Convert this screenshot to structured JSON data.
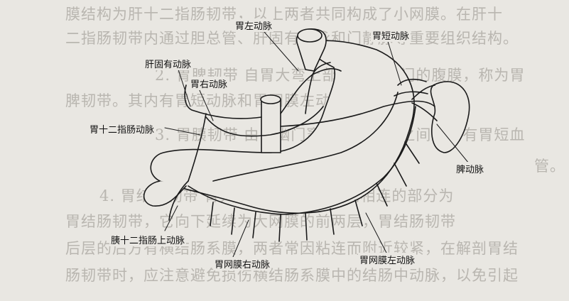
{
  "background_text": [
    "膜结构为肝十二指肠韧带，以上两者共同构成了小网膜。在肝十",
    "二指肠韧带内通过胆总管、肝固有动脉和门静脉等重要组织结构。",
    "2. 胃脾韧带 自胃大弯上部连接到脾门的腹膜，称为胃",
    "脾韧带。其内有胃短动脉和胃网膜左动脉的起始段。",
    "3. 胃胰韧带 由胃幽门窦后壁至胰头之间，内有胃短血",
    "管。",
    "4. 胃结肠韧带 胃大弯侧至横结肠之间相连的部分为",
    "胃结肠韧带，它向下延续为大网膜的前两层，胃结肠韧带",
    "后层的后方有横结肠系膜，两者常因粘连而附近较紧，在解剖胃结",
    "肠韧带时，应注意避免损伤横结肠系膜中的结肠中动脉，以免引起"
  ],
  "labels": {
    "left_gastric_artery": "胃左动脉",
    "short_gastric_artery": "胃短动脉",
    "proper_hepatic_artery": "肝固有动脉",
    "right_gastric_artery": "胃右动脉",
    "gastroduodenal_artery": "胃十二指肠动脉",
    "splenic_artery": "脾动脉",
    "superior_pancreaticoduodenal_artery": "胰十二指肠上动脉",
    "right_gastroepiploic_artery": "胃网膜右动脉",
    "left_gastroepiploic_artery": "胃网膜左动脉"
  },
  "colors": {
    "paper": "#e9e7e2",
    "ink": "#1a1a1a",
    "faded_text": "#b9b6b0"
  }
}
